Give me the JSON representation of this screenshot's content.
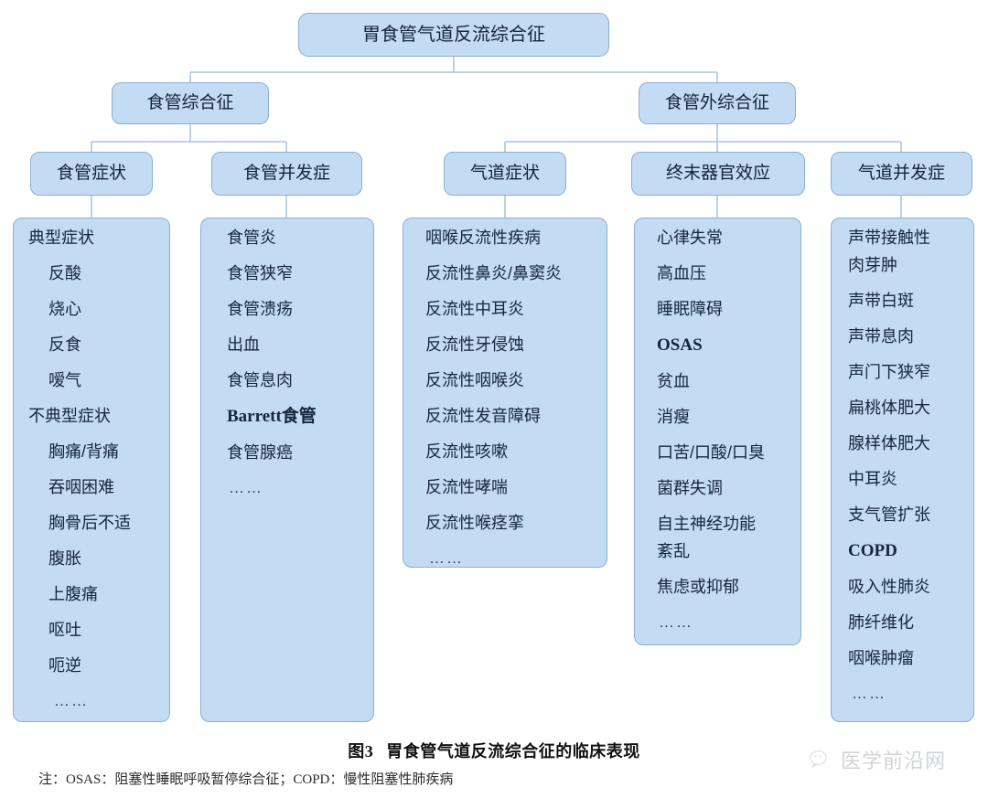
{
  "figure": {
    "root": {
      "label": "胃食管气道反流综合征"
    },
    "level2": [
      {
        "label": "食管综合征"
      },
      {
        "label": "食管外综合征"
      }
    ],
    "level3": [
      {
        "label": "食管症状"
      },
      {
        "label": "食管并发症"
      },
      {
        "label": "气道症状"
      },
      {
        "label": "终末器官效应"
      },
      {
        "label": "气道并发症"
      }
    ],
    "panels": [
      {
        "name": "esophageal-symptoms-list",
        "items": [
          {
            "text": "典型症状",
            "style": "head"
          },
          {
            "text": "反酸",
            "style": "sub"
          },
          {
            "text": "烧心",
            "style": "sub"
          },
          {
            "text": "反食",
            "style": "sub"
          },
          {
            "text": "嗳气",
            "style": "sub"
          },
          {
            "text": "不典型症状",
            "style": "head"
          },
          {
            "text": "胸痛/背痛",
            "style": "sub"
          },
          {
            "text": "吞咽困难",
            "style": "sub"
          },
          {
            "text": "胸骨后不适",
            "style": "sub"
          },
          {
            "text": "腹胀",
            "style": "sub"
          },
          {
            "text": "上腹痛",
            "style": "sub"
          },
          {
            "text": "呕吐",
            "style": "sub"
          },
          {
            "text": "呃逆",
            "style": "sub"
          },
          {
            "text": "……",
            "style": "ellipsis"
          }
        ]
      },
      {
        "name": "esophageal-complications-list",
        "items": [
          {
            "text": "食管炎",
            "style": "item"
          },
          {
            "text": "食管狭窄",
            "style": "item"
          },
          {
            "text": "食管溃疡",
            "style": "item"
          },
          {
            "text": "出血",
            "style": "item"
          },
          {
            "text": "食管息肉",
            "style": "item"
          },
          {
            "text": "Barrett食管",
            "style": "latin"
          },
          {
            "text": "食管腺癌",
            "style": "item"
          },
          {
            "text": "……",
            "style": "ellipsis"
          }
        ]
      },
      {
        "name": "airway-symptoms-list",
        "items": [
          {
            "text": "咽喉反流性疾病",
            "style": "item"
          },
          {
            "text": "反流性鼻炎/鼻窦炎",
            "style": "item"
          },
          {
            "text": "反流性中耳炎",
            "style": "item"
          },
          {
            "text": "反流性牙侵蚀",
            "style": "item"
          },
          {
            "text": "反流性咽喉炎",
            "style": "item"
          },
          {
            "text": "反流性发音障碍",
            "style": "item"
          },
          {
            "text": "反流性咳嗽",
            "style": "item"
          },
          {
            "text": "反流性哮喘",
            "style": "item"
          },
          {
            "text": "反流性喉痉挛",
            "style": "item"
          },
          {
            "text": "……",
            "style": "ellipsis"
          }
        ]
      },
      {
        "name": "end-organ-effects-list",
        "items": [
          {
            "text": "心律失常",
            "style": "item"
          },
          {
            "text": "高血压",
            "style": "item"
          },
          {
            "text": "睡眠障碍",
            "style": "item"
          },
          {
            "text": "OSAS",
            "style": "latin"
          },
          {
            "text": "贫血",
            "style": "item"
          },
          {
            "text": "消瘦",
            "style": "item"
          },
          {
            "text": "口苦/口酸/口臭",
            "style": "item"
          },
          {
            "text": "菌群失调",
            "style": "item"
          },
          {
            "text": "自主神经功能",
            "style": "item"
          },
          {
            "text": "紊乱",
            "style": "cont"
          },
          {
            "text": "焦虑或抑郁",
            "style": "item"
          },
          {
            "text": "……",
            "style": "ellipsis"
          }
        ]
      },
      {
        "name": "airway-complications-list",
        "items": [
          {
            "text": "声带接触性",
            "style": "item"
          },
          {
            "text": "肉芽肿",
            "style": "cont"
          },
          {
            "text": "声带白斑",
            "style": "item"
          },
          {
            "text": "声带息肉",
            "style": "item"
          },
          {
            "text": "声门下狭窄",
            "style": "item"
          },
          {
            "text": "扁桃体肥大",
            "style": "item"
          },
          {
            "text": "腺样体肥大",
            "style": "item"
          },
          {
            "text": "中耳炎",
            "style": "item"
          },
          {
            "text": "支气管扩张",
            "style": "item"
          },
          {
            "text": "COPD",
            "style": "latin"
          },
          {
            "text": "吸入性肺炎",
            "style": "item"
          },
          {
            "text": "肺纤维化",
            "style": "item"
          },
          {
            "text": "咽喉肿瘤",
            "style": "item"
          },
          {
            "text": "……",
            "style": "ellipsis"
          }
        ]
      }
    ],
    "caption": {
      "number": "图3",
      "title": "胃食管气道反流综合征的临床表现"
    },
    "note": "注：OSAS：阻塞性睡眠呼吸暂停综合征；COPD：慢性阻塞性肺疾病",
    "watermark": {
      "text": "医学前沿网",
      "icon": "wechat-logo-icon"
    },
    "colors": {
      "box_fill": "#c3dcf3",
      "box_border": "#8aafd0",
      "connector": "#a9c6e0",
      "text": "#16263c"
    }
  }
}
